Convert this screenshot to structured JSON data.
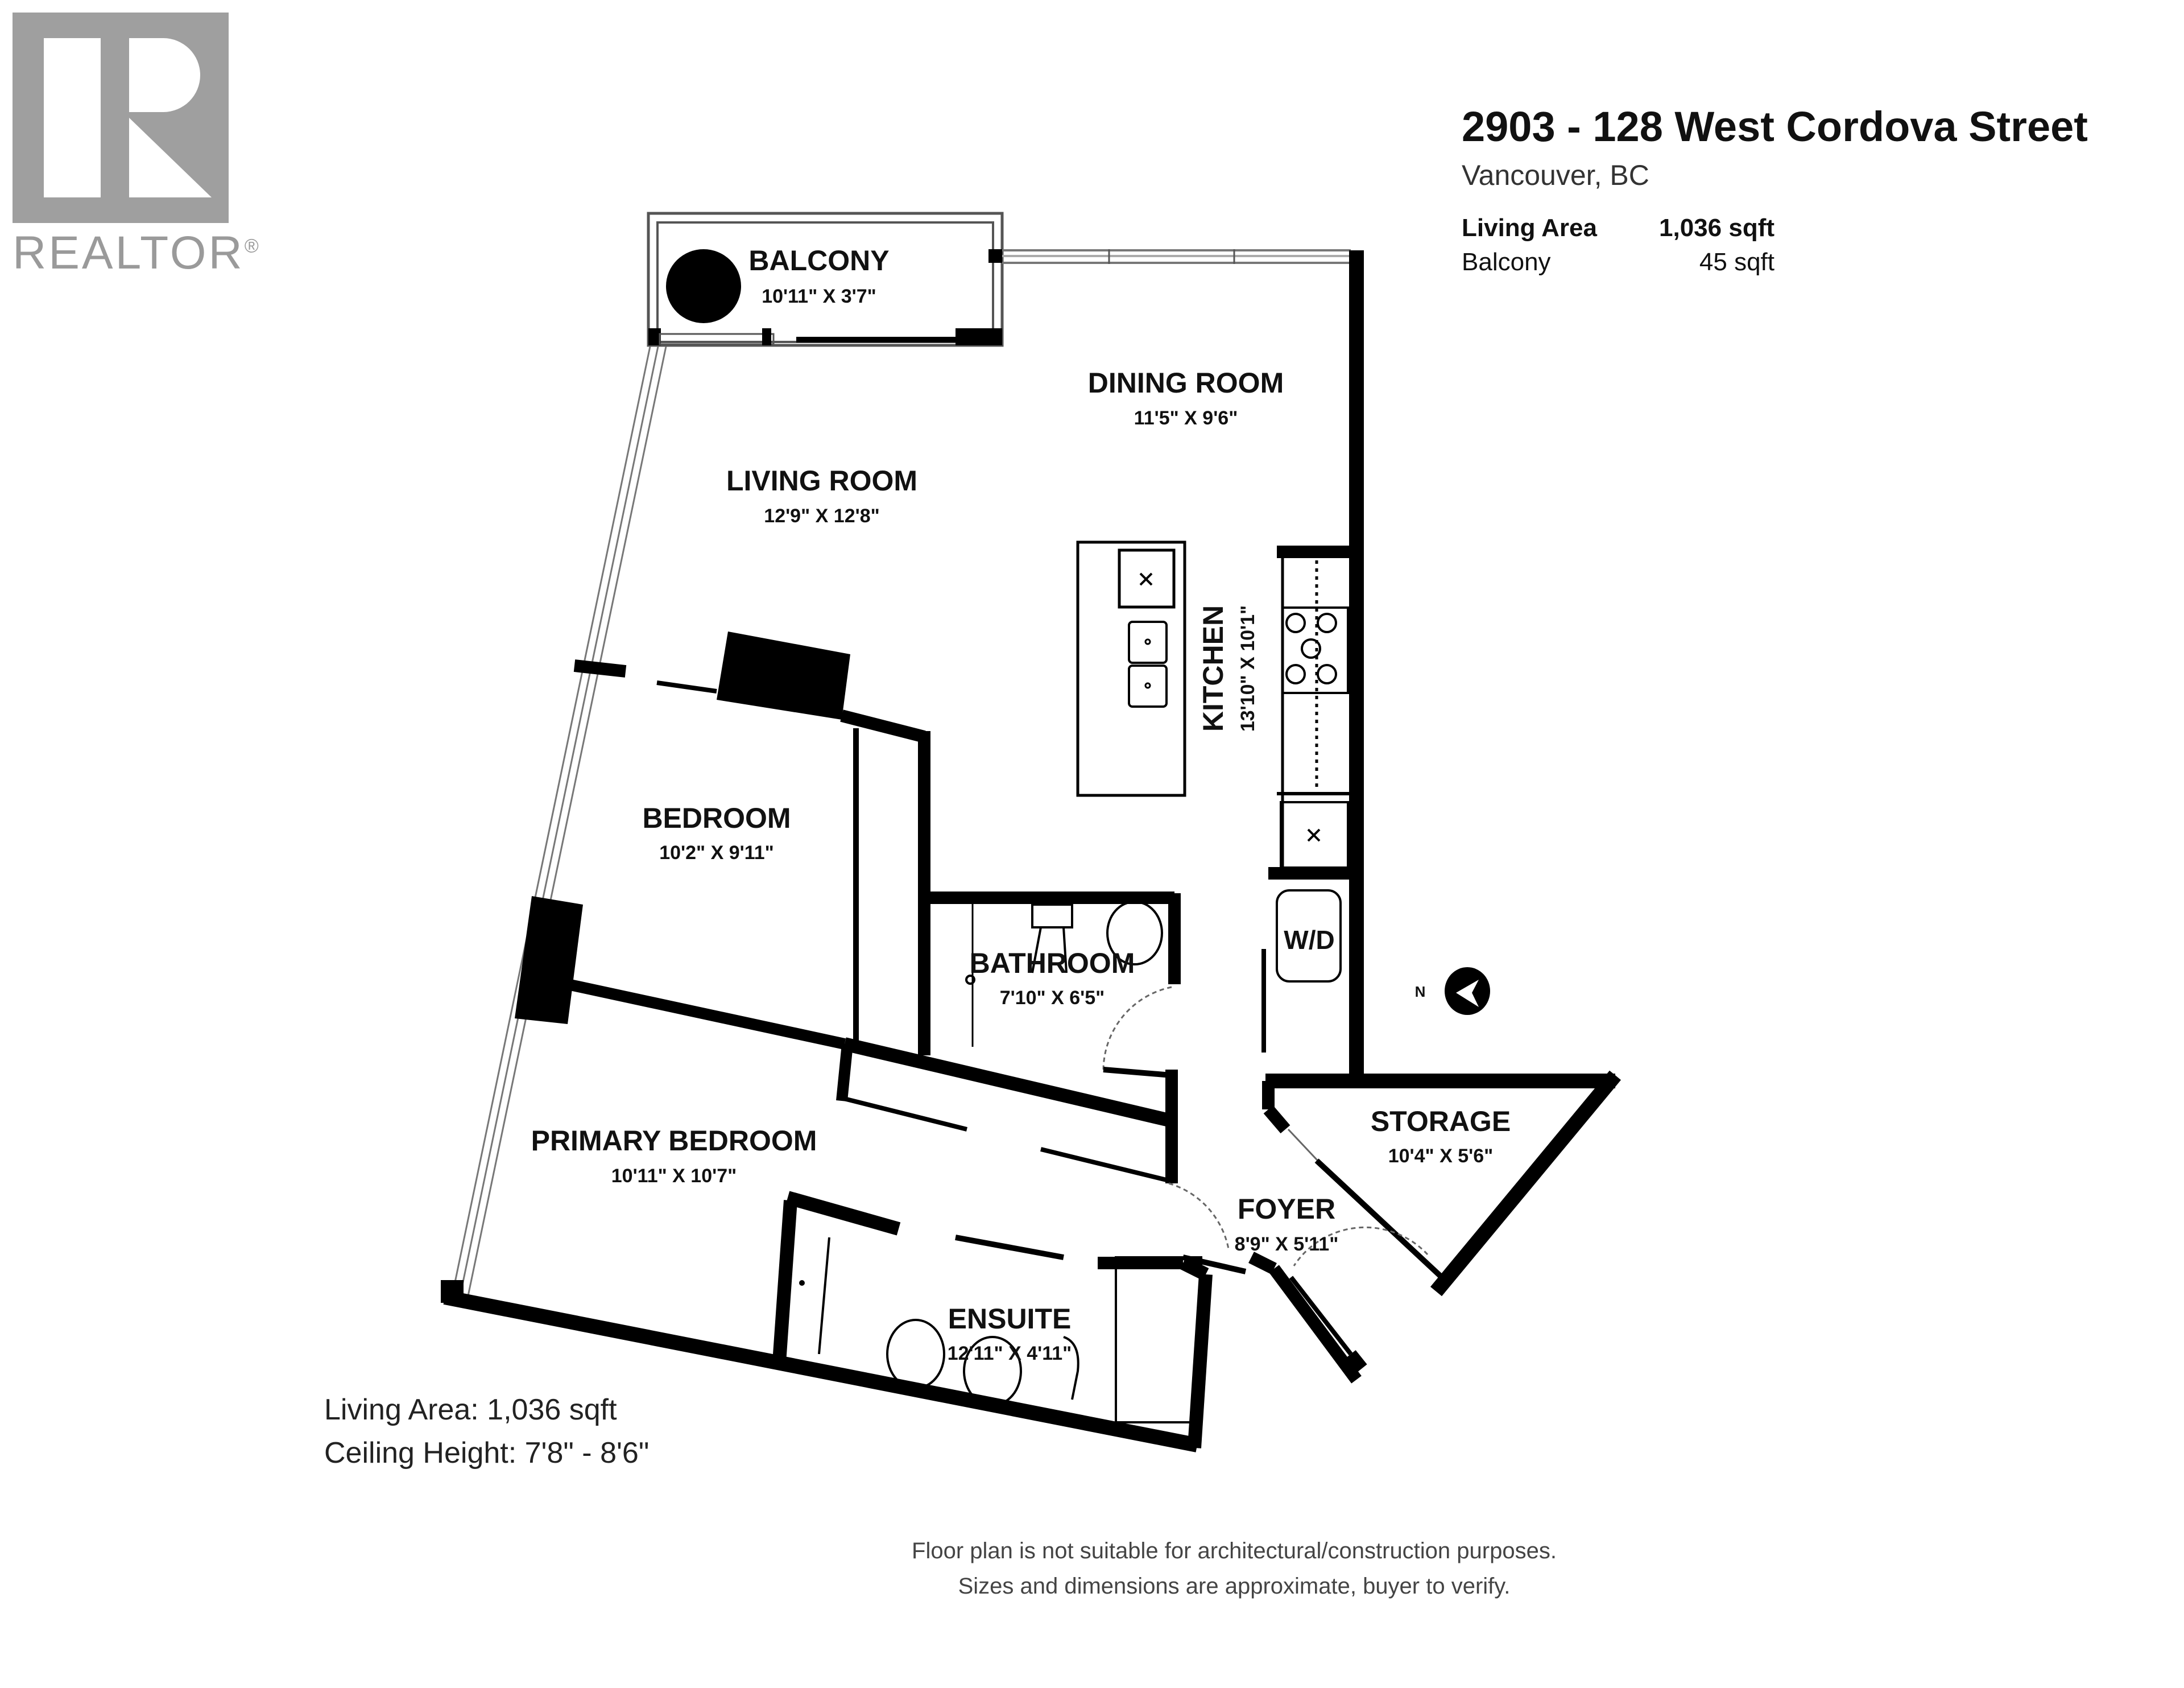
{
  "brand": {
    "logo_text": "REALTOR",
    "registered_mark": "®",
    "logo_color": "#9f9f9f"
  },
  "header": {
    "address": "2903 - 128 West Cordova Street",
    "city": "Vancouver, BC",
    "stats": [
      {
        "label": "Living Area",
        "value": "1,036 sqft",
        "bold": true
      },
      {
        "label": "Balcony",
        "value": "45 sqft",
        "bold": false
      }
    ]
  },
  "rooms": {
    "balcony": {
      "name": "BALCONY",
      "dims": "10'11\" X 3'7\""
    },
    "dining_room": {
      "name": "DINING ROOM",
      "dims": "11'5\" X 9'6\""
    },
    "living_room": {
      "name": "LIVING ROOM",
      "dims": "12'9\" X 12'8\""
    },
    "kitchen": {
      "name": "KITCHEN",
      "dims": "13'10\" X 10'1\""
    },
    "bedroom": {
      "name": "BEDROOM",
      "dims": "10'2\" X 9'11\""
    },
    "bathroom": {
      "name": "BATHROOM",
      "dims": "7'10\" X 6'5\""
    },
    "primary_bedroom": {
      "name": "PRIMARY BEDROOM",
      "dims": "10'11\" X 10'7\""
    },
    "storage": {
      "name": "STORAGE",
      "dims": "10'4\" X 5'6\""
    },
    "foyer": {
      "name": "FOYER",
      "dims": "8'9\" X 5'11\""
    },
    "ensuite": {
      "name": "ENSUITE",
      "dims": "12'11\" X 4'11\""
    }
  },
  "fixtures": {
    "washer_dryer": "W/D",
    "compass_label": "N"
  },
  "footer": {
    "living_area": "Living Area: 1,036 sqft",
    "ceiling_height": "Ceiling Height: 7'8\" - 8'6\"",
    "disclaimer_line1": "Floor plan is not suitable for architectural/construction purposes.",
    "disclaimer_line2": "Sizes and dimensions are approximate, buyer to verify."
  },
  "colors": {
    "wall": "#000000",
    "window": "#777777",
    "text": "#111111",
    "background": "#ffffff"
  }
}
